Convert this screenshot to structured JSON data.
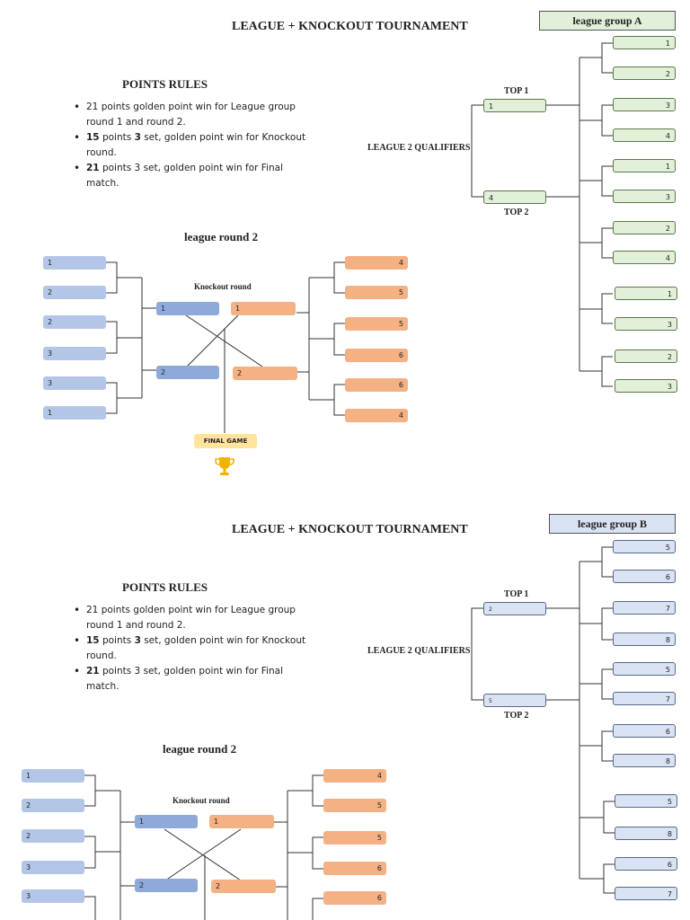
{
  "sections": [
    {
      "title": "LEAGUE + KNOCKOUT TOURNAMENT",
      "points_rules_heading": "POINTS RULES",
      "rules": [
        {
          "bold": "",
          "text": "21 points golden point win for League group round 1 and round 2."
        },
        {
          "bold": "15",
          "text": " points ",
          "bold2": "3",
          "text2": " set, golden point win for Knockout round."
        },
        {
          "bold": "21",
          "text": " points 3 set, golden point win for Final match.",
          "bold2": "",
          "text2": ""
        }
      ],
      "group_label": "league group A",
      "qualifiers_label": "LEAGUE 2 QUALIFIERS",
      "top1_label": "TOP 1",
      "top2_label": "TOP 2",
      "top1_value": "1",
      "top2_value": "4",
      "group_slots": [
        "1",
        "2",
        "3",
        "4",
        "1",
        "3",
        "2",
        "4",
        "1",
        "3",
        "2",
        "3"
      ],
      "league_round_label": "league round 2",
      "knockout_label": "Knockout round",
      "left_slots": [
        "1",
        "2",
        "2",
        "3",
        "3",
        "1"
      ],
      "right_slots": [
        "4",
        "5",
        "5",
        "6",
        "6",
        "4"
      ],
      "knockout_left": [
        "1",
        "2"
      ],
      "knockout_right": [
        "1",
        "2"
      ],
      "final_label": "FINAL GAME",
      "colors": {
        "group": "#e2efd9",
        "blue_light": "#b4c6e7",
        "blue_dark": "#8eaadb",
        "orange": "#f4b183",
        "final": "#ffe49a"
      }
    },
    {
      "title": "LEAGUE + KNOCKOUT TOURNAMENT",
      "points_rules_heading": "POINTS RULES",
      "rules": [
        {
          "bold": "",
          "text": "21 points golden point win for League group round 1 and round 2."
        },
        {
          "bold": "15",
          "text": " points ",
          "bold2": "3",
          "text2": " set, golden point win for Knockout round."
        },
        {
          "bold": "21",
          "text": " points 3 set, golden point win for Final match.",
          "bold2": "",
          "text2": ""
        }
      ],
      "group_label": "league group B",
      "qualifiers_label": "LEAGUE 2 QUALIFIERS",
      "top1_label": "TOP 1",
      "top2_label": "TOP 2",
      "top1_value": "2",
      "top2_value": "5",
      "group_slots": [
        "5",
        "6",
        "7",
        "8",
        "5",
        "7",
        "6",
        "8",
        "5",
        "8",
        "6",
        "7"
      ],
      "league_round_label": "league round 2",
      "knockout_label": "Knockout round",
      "left_slots": [
        "1",
        "2",
        "2",
        "3",
        "3"
      ],
      "right_slots": [
        "4",
        "5",
        "5",
        "6",
        "6"
      ],
      "knockout_left": [
        "1",
        "2"
      ],
      "knockout_right": [
        "1",
        "2"
      ],
      "colors": {
        "group": "#dae3f3",
        "blue_light": "#b4c6e7",
        "blue_dark": "#8eaadb",
        "orange": "#f4b183"
      }
    }
  ]
}
